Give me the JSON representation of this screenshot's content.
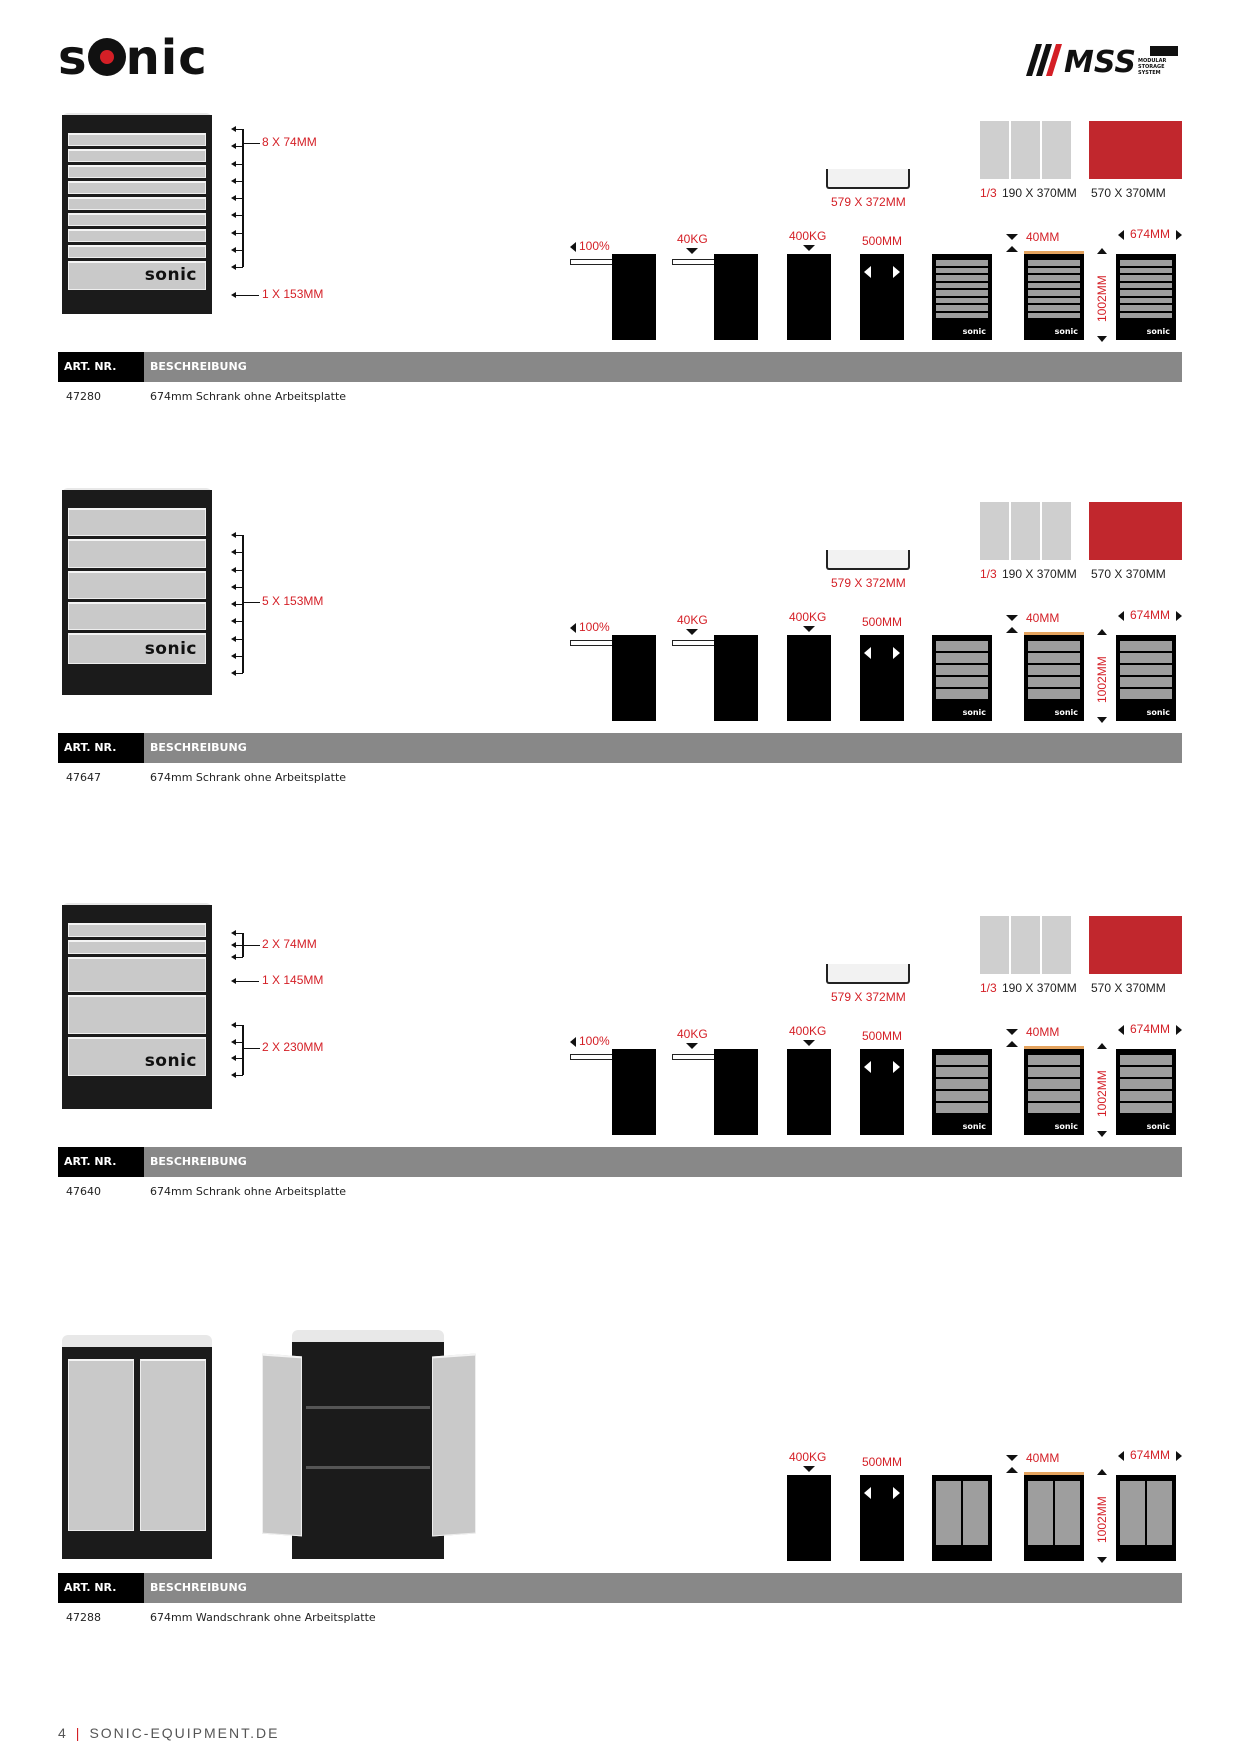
{
  "header": {
    "brand": "sonic",
    "badge": "MSS",
    "badge_sub": "MODULAR STORAGE SYSTEM"
  },
  "common_icons": {
    "tray_size": "579 X 372MM",
    "foam_fraction": "1/3",
    "foam_small": "190 X 370MM",
    "foam_large": "570 X 370MM",
    "extension": "100%",
    "drawer_load": "40KG",
    "cabinet_load": "400KG",
    "depth": "500MM",
    "top_thickness": "40MM",
    "width": "674MM",
    "height": "1002MM",
    "mini_brand": "sonic"
  },
  "table_headers": {
    "art_nr": "ART. NR.",
    "desc": "BESCHREIBUNG"
  },
  "products": [
    {
      "art_nr": "47280",
      "description": "674mm Schrank ohne Arbeitsplatte",
      "dimension_labels": [
        "8 X 74MM",
        "1 X 153MM"
      ]
    },
    {
      "art_nr": "47647",
      "description": "674mm Schrank ohne Arbeitsplatte",
      "dimension_labels": [
        "5 X 153MM"
      ]
    },
    {
      "art_nr": "47640",
      "description": "674mm Schrank ohne Arbeitsplatte",
      "dimension_labels": [
        "2 X 74MM",
        "1 X 145MM",
        "2 X 230MM"
      ]
    },
    {
      "art_nr": "47288",
      "description": "674mm Wandschrank ohne Arbeitsplatte"
    }
  ],
  "footer": {
    "page": "4",
    "site": "SONIC-EQUIPMENT.DE"
  },
  "colors": {
    "accent": "#d41f26",
    "table_header": "#888888"
  }
}
